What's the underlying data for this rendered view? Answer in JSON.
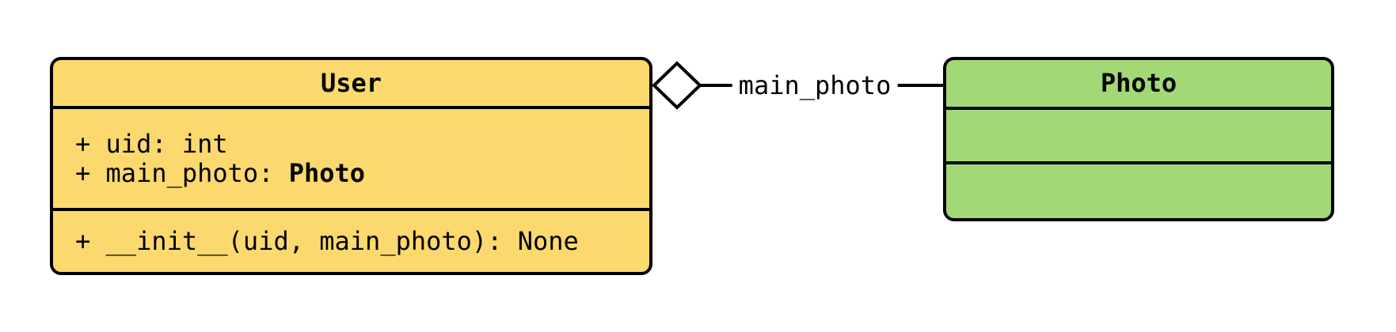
{
  "page": {
    "background": "#FFFFFF"
  },
  "diagram": {
    "kind": "uml-class-diagram",
    "stroke": "#000000",
    "text_color": "#000000",
    "classes": [
      {
        "name": "User",
        "fill": "#FBD96E",
        "attributes": [
          {
            "text": "+ uid: int",
            "bold": ""
          },
          {
            "text": "+ main_photo: ",
            "bold": "Photo"
          }
        ],
        "methods": [
          {
            "text": "+ __init__(uid, main_photo): None",
            "bold": ""
          }
        ]
      },
      {
        "name": "Photo",
        "fill": "#A3D876",
        "attributes": [],
        "methods": []
      }
    ],
    "relations": [
      {
        "from": "User",
        "to": "Photo",
        "label": "main_photo",
        "kind": "aggregation",
        "diamond_fill": "#FFFFFF"
      }
    ]
  }
}
